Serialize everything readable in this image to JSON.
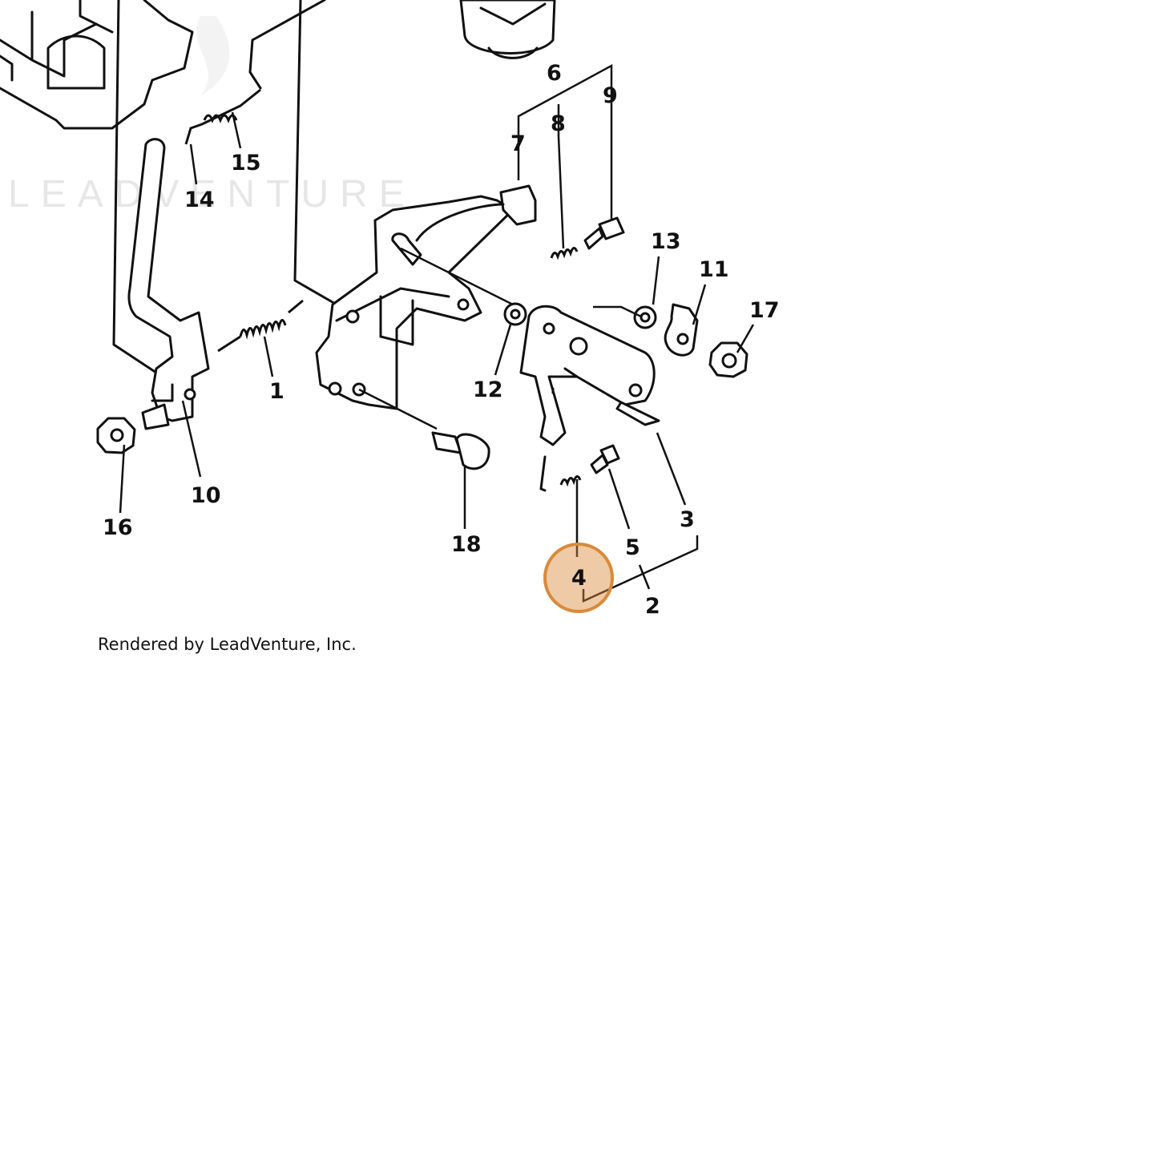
{
  "watermark": {
    "text": "LEADVENTURE"
  },
  "credit": {
    "text": "Rendered by LeadVenture, Inc."
  },
  "highlight": {
    "callout": "4",
    "color": "#d98a3a"
  },
  "callouts": [
    "1",
    "2",
    "3",
    "4",
    "5",
    "6",
    "7",
    "8",
    "9",
    "10",
    "11",
    "12",
    "13",
    "14",
    "15",
    "16",
    "17",
    "18"
  ]
}
